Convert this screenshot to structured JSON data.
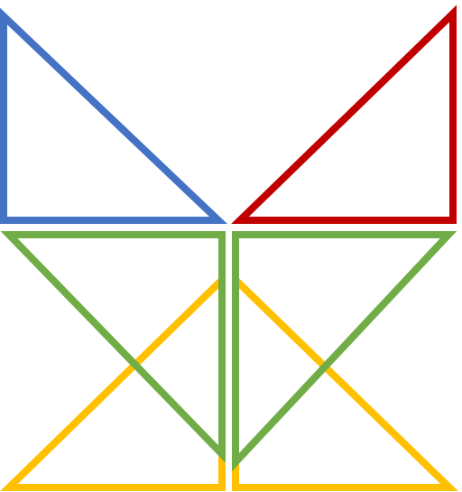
{
  "diagram": {
    "shapes": [
      {
        "id": "blue-triangle",
        "color": "#4472C4"
      },
      {
        "id": "red-triangle",
        "color": "#C00000"
      },
      {
        "id": "yellow-triangle-left",
        "color": "#FFC000"
      },
      {
        "id": "yellow-triangle-right",
        "color": "#FFC000"
      },
      {
        "id": "green-triangle-left",
        "color": "#70AD47"
      },
      {
        "id": "green-triangle-right",
        "color": "#70AD47"
      }
    ]
  }
}
